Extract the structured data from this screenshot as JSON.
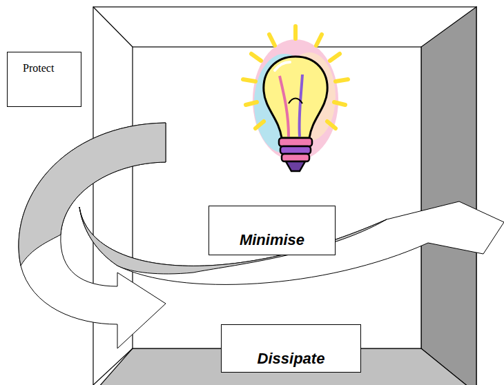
{
  "diagram": {
    "nodes": [
      {
        "text": [
          "Protect"
        ]
      },
      {
        "text": [
          "Minimise"
        ]
      },
      {
        "text": [
          "Dissipate"
        ]
      }
    ]
  }
}
